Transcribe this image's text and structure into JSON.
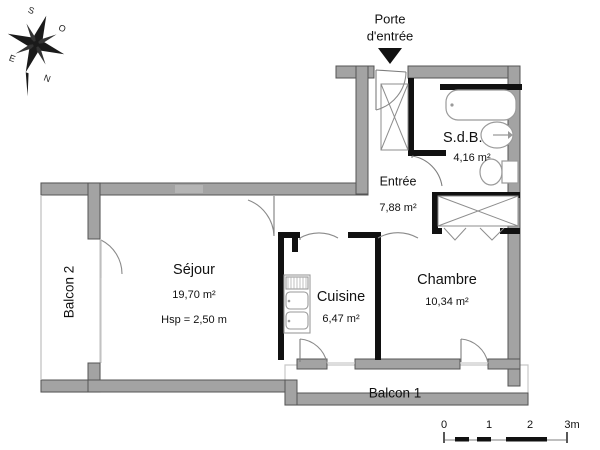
{
  "document": {
    "type": "floor-plan",
    "title": "Plan d'appartement"
  },
  "compass": {
    "name": "compass-rose",
    "letters": {
      "top_left": "S",
      "top_right": "O",
      "left": "E",
      "bottom_right": "N"
    }
  },
  "entry_marker": {
    "line1": "Porte",
    "line2": "d'entrée",
    "arrow": "down-chevron"
  },
  "rooms": [
    {
      "id": "sejour",
      "name": "Séjour",
      "area": "19,70 m²",
      "extra": "Hsp = 2,50 m"
    },
    {
      "id": "cuisine",
      "name": "Cuisine",
      "area": "6,47 m²",
      "extra": ""
    },
    {
      "id": "chambre",
      "name": "Chambre",
      "area": "10,34 m²",
      "extra": ""
    },
    {
      "id": "entree",
      "name": "Entrée",
      "area": "7,88 m²",
      "extra": ""
    },
    {
      "id": "sdb",
      "name": "S.d.B.",
      "area": "4,16 m²",
      "extra": ""
    }
  ],
  "balconies": [
    {
      "id": "balcon1",
      "name": "Balcon 1",
      "orientation": "horizontal"
    },
    {
      "id": "balcon2",
      "name": "Balcon 2",
      "orientation": "vertical"
    }
  ],
  "scale_bar": {
    "ticks": [
      "0",
      "1",
      "2",
      "3m"
    ],
    "unit": "m"
  },
  "fixtures": [
    {
      "id": "bathtub",
      "label": "bathtub"
    },
    {
      "id": "washbasin",
      "label": "washbasin"
    },
    {
      "id": "toilet",
      "label": "toilet"
    },
    {
      "id": "kitchen-sink",
      "label": "kitchen-sink"
    },
    {
      "id": "cooktop",
      "label": "cooktop"
    },
    {
      "id": "closet-entree",
      "label": "closet"
    },
    {
      "id": "closet-chambre",
      "label": "closet"
    }
  ],
  "colors": {
    "wall_fill": "#a3a3a3",
    "wall_stroke": "#4d4d4d",
    "partition": "#111111",
    "balcony_stroke": "#bdbdbd",
    "text": "#111111",
    "background": "#ffffff"
  }
}
